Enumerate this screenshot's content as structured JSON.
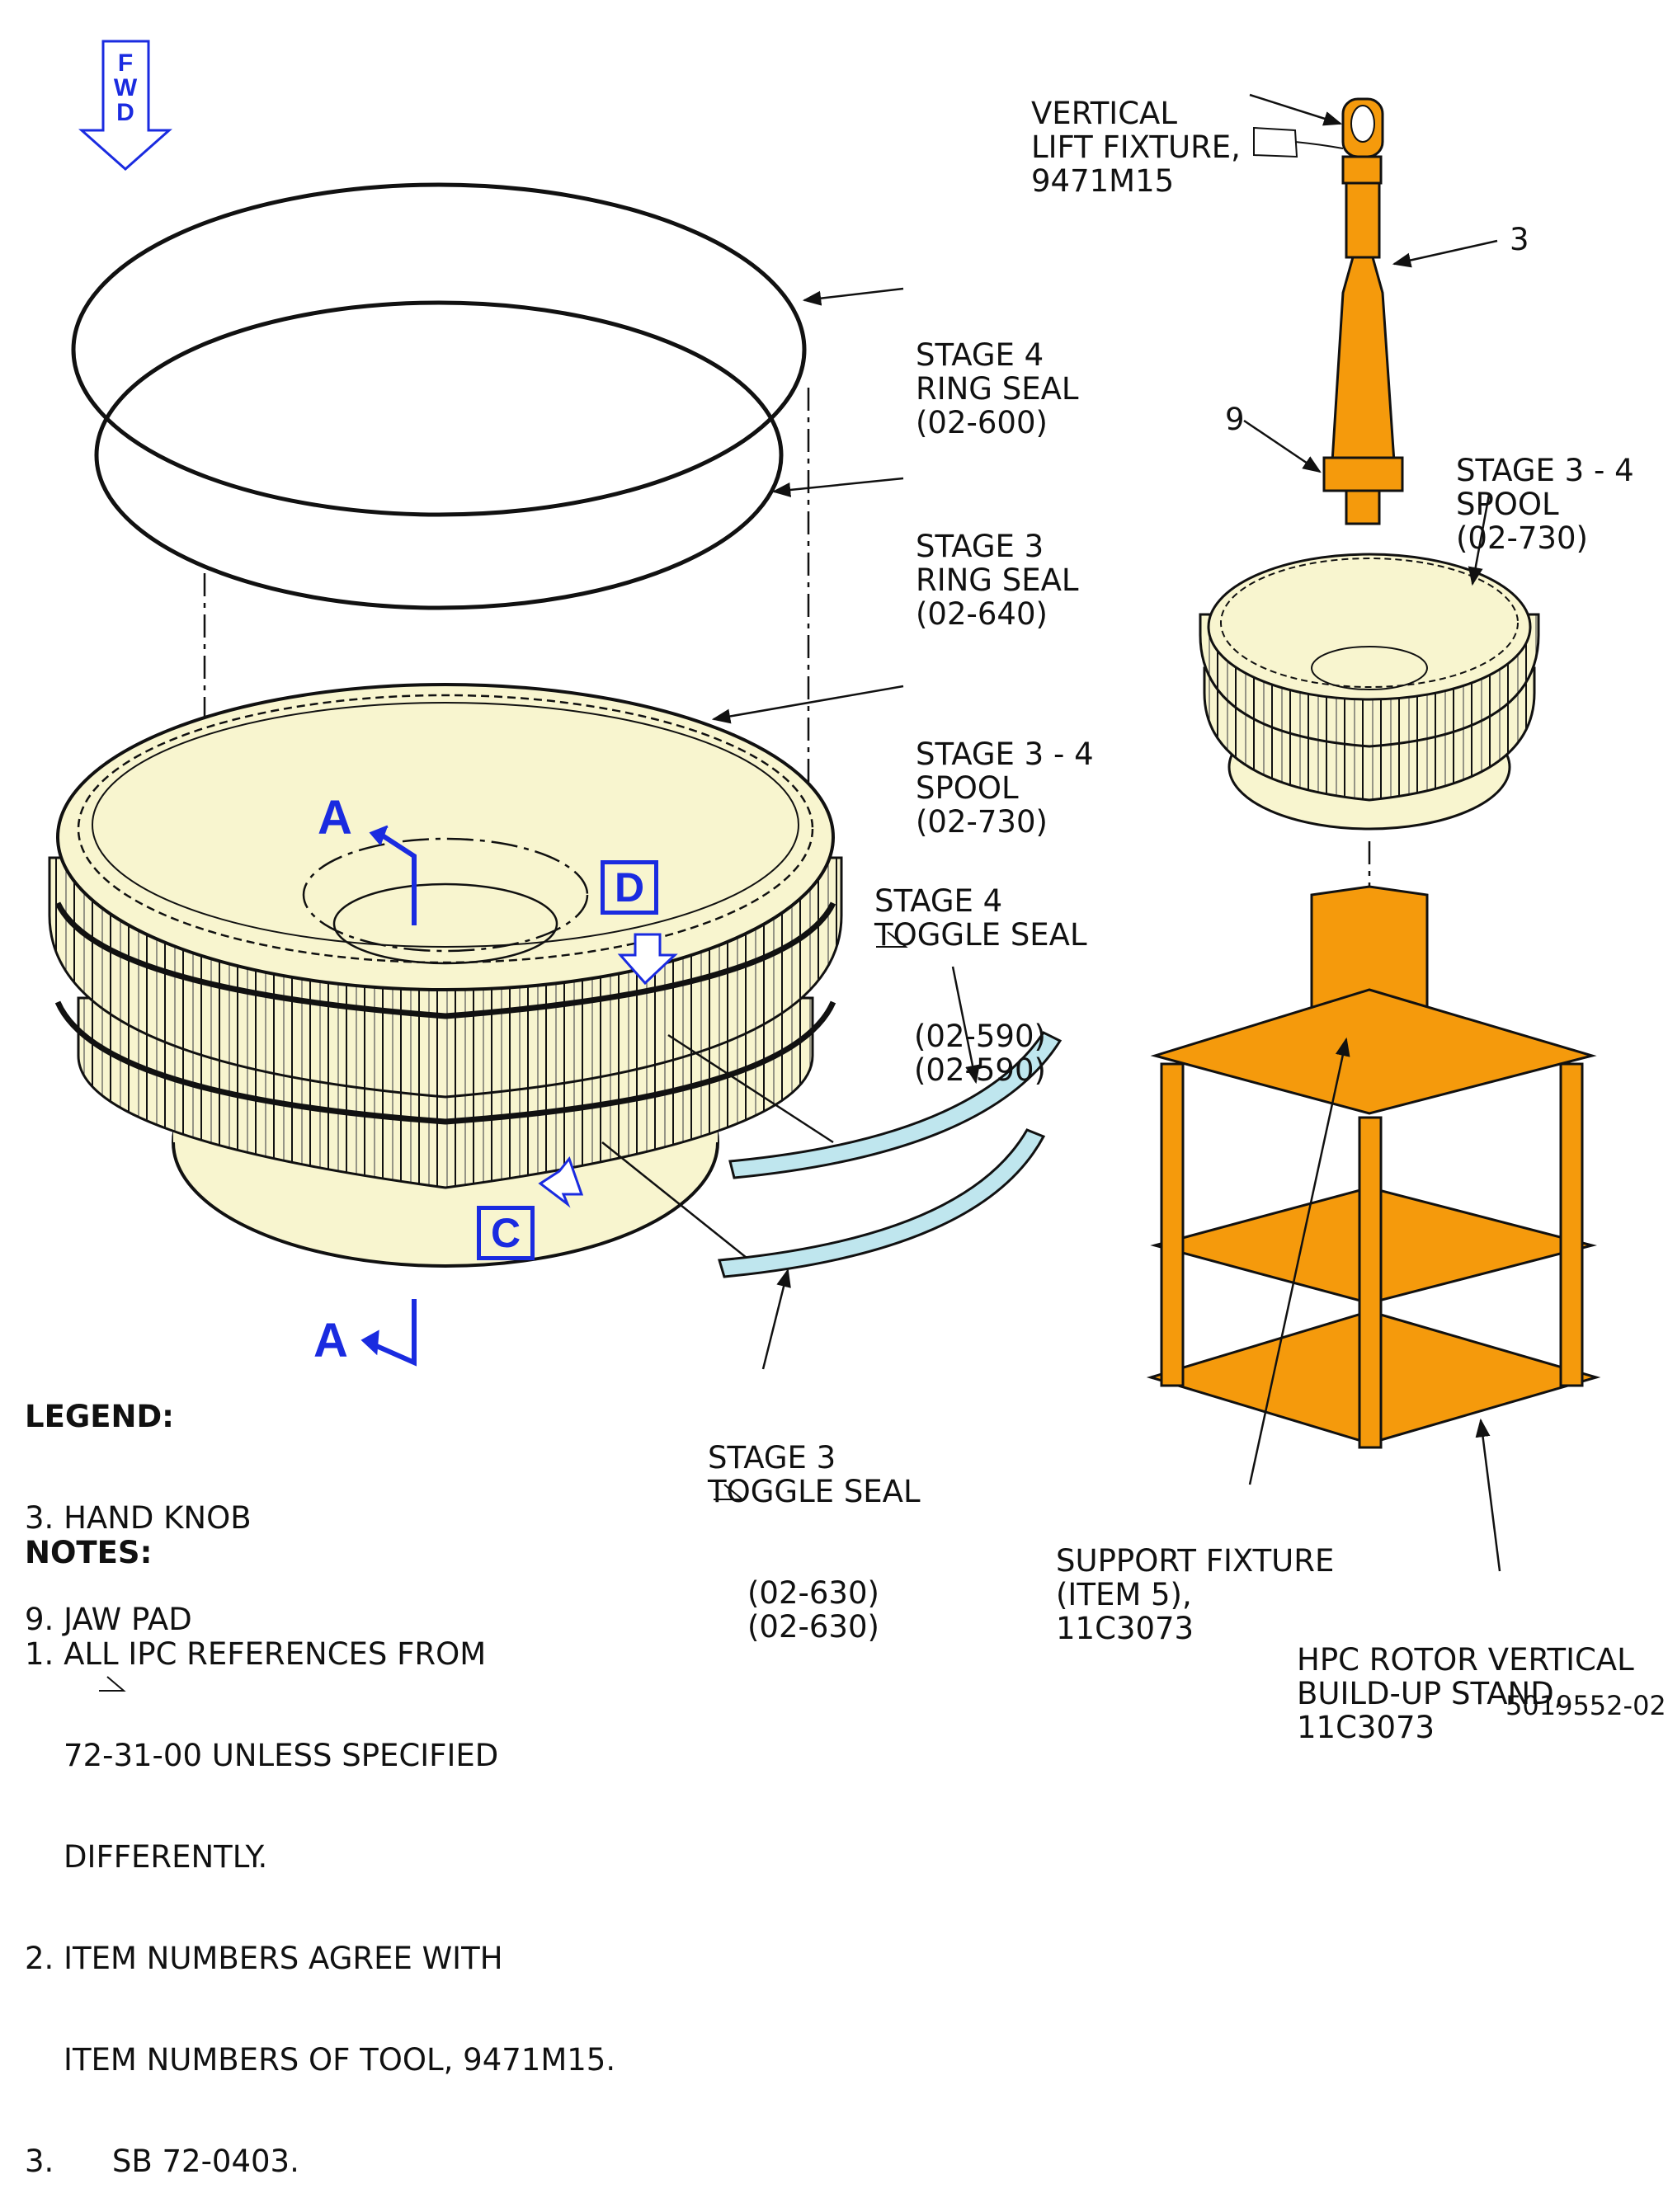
{
  "fwd_arrow": {
    "letters": [
      "F",
      "W",
      "D"
    ],
    "icon": "arrow-down-icon",
    "color": "#1a2be0"
  },
  "callouts": {
    "vertical_lift_fixture": [
      "VERTICAL",
      "LIFT FIXTURE,",
      "9471M15"
    ],
    "item_3": "3",
    "item_9": "9",
    "stage4_ring_seal": [
      "STAGE 4",
      "RING SEAL",
      "(02-600)"
    ],
    "stage3_ring_seal": [
      "STAGE 3",
      "RING SEAL",
      "(02-640)"
    ],
    "stage34_spool_left": [
      "STAGE 3 - 4",
      "SPOOL",
      "(02-730)"
    ],
    "stage34_spool_right": [
      "STAGE 3 - 4",
      "SPOOL",
      "(02-730)"
    ],
    "stage4_toggle_seal": [
      "STAGE 4",
      "TOGGLE SEAL",
      "(02-590)",
      "(02-590)"
    ],
    "stage3_toggle_seal": [
      "STAGE 3",
      "TOGGLE SEAL",
      "(02-630)",
      "(02-630)"
    ],
    "support_fixture": [
      "SUPPORT FIXTURE",
      "(ITEM 5),",
      "11C3073"
    ],
    "build_up_stand": [
      "HPC ROTOR VERTICAL",
      "BUILD-UP STAND,",
      "11C3073"
    ]
  },
  "view_markers": {
    "section_a_top": "A",
    "section_a_bottom": "A",
    "view_c": "C",
    "view_d": "D"
  },
  "legend": {
    "title": "LEGEND:",
    "items": [
      "3. HAND KNOB",
      "9. JAW PAD"
    ]
  },
  "notes": {
    "title": "NOTES:",
    "items": [
      "1. ALL IPC REFERENCES FROM",
      "    72-31-00 UNLESS SPECIFIED",
      "    DIFFERENTLY.",
      "2. ITEM NUMBERS AGREE WITH",
      "    ITEM NUMBERS OF TOOL, 9471M15.",
      "3.      SB 72-0403."
    ]
  },
  "figure_number": "5019552-02",
  "colors": {
    "spool_fill": "#f8f5cf",
    "fixture_orange": "#f59a0c",
    "toggle_seal": "#bfe6ee",
    "annotation_blue": "#1a2be0",
    "outline": "#111111"
  }
}
